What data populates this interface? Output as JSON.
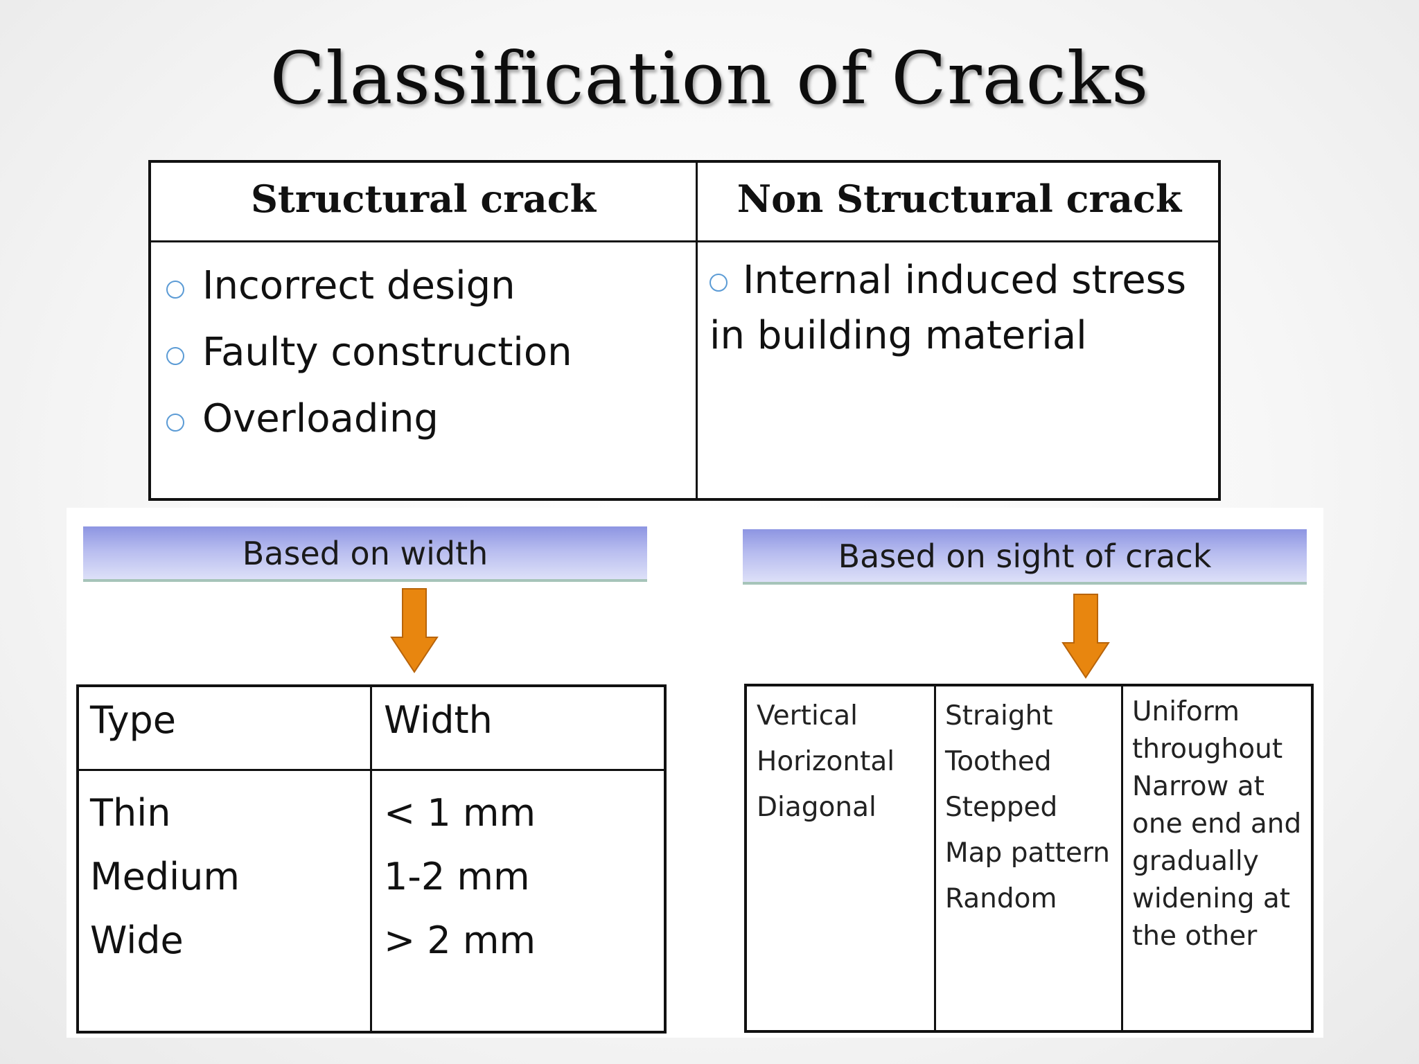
{
  "title": "Classification of Cracks",
  "classification_table": {
    "structural": {
      "heading": "Structural crack",
      "causes": [
        "Incorrect design",
        "Faulty construction",
        "Overloading"
      ]
    },
    "non_structural": {
      "heading": "Non Structural crack",
      "cause_line1": "Internal induced stress",
      "cause_line2": "in building material"
    }
  },
  "width_section": {
    "banner": "Based on width",
    "table": {
      "headers": [
        "Type",
        "Width"
      ],
      "rows": [
        {
          "type": "Thin",
          "width": "< 1 mm"
        },
        {
          "type": "Medium",
          "width": "1-2 mm"
        },
        {
          "type": "Wide",
          "width": "> 2 mm"
        }
      ]
    }
  },
  "sight_section": {
    "banner": "Based on sight of crack",
    "columns": [
      [
        "Vertical",
        "Horizontal",
        "Diagonal"
      ],
      [
        "Straight",
        "Toothed",
        "Stepped",
        "Map pattern",
        "Random"
      ],
      [
        "Uniform",
        "throughout",
        "Narrow at",
        "one end and",
        "gradually",
        "widening at",
        "the other"
      ]
    ]
  },
  "colors": {
    "arrow_fill": "#e8860f",
    "arrow_stroke": "#b8640a",
    "banner_top": "#8d95e2",
    "bullet": "#5b9bd5"
  },
  "icons": {
    "bullet": "hollow-circle",
    "arrow": "down-arrow"
  }
}
